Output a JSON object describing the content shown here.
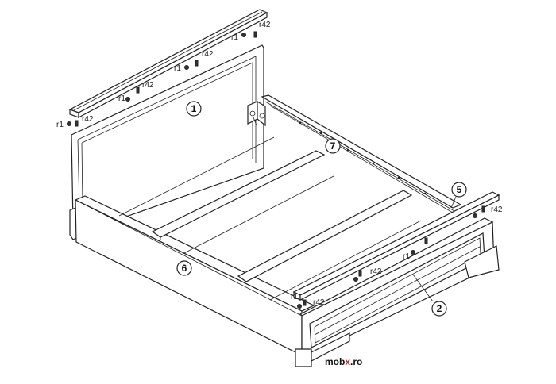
{
  "diagram": {
    "parts": {
      "headboard": "1",
      "footboard": "2",
      "side_frame_right": "5",
      "side_frame_left": "6",
      "slat": "7"
    },
    "screw_labels": {
      "r1": "r1",
      "r42": "r42"
    },
    "watermark": {
      "prefix": "mob",
      "accent": "x",
      "suffix": ".ro",
      "accent_color": "#e01b1b"
    }
  }
}
